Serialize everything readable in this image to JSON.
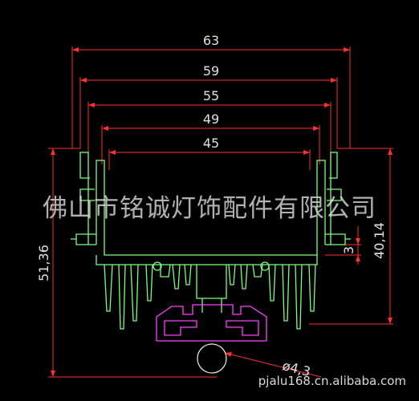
{
  "drawing": {
    "watermark": "佛山市铭诚灯饰配件有限公司",
    "website": "pjalu168.cn.alibaba.com",
    "dimensions": {
      "w63": "63",
      "w59": "59",
      "w55": "55",
      "w49": "49",
      "w45": "45",
      "h5136": "51,36",
      "h4014": "40,14",
      "h3": "3",
      "dia": "ø4,3"
    },
    "colors": {
      "profile": "#7cff7c",
      "dimension": "#ff3030",
      "clip": "#ff40ff",
      "text": "#e0e0e0",
      "background": "#000000"
    }
  }
}
